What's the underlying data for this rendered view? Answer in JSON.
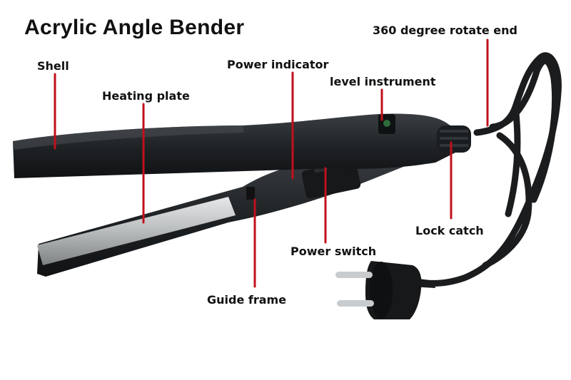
{
  "title": "Acrylic Angle Bender",
  "colors": {
    "leader_line": "#c0101c",
    "device_body": "#1e2124",
    "heating_plate": "#b9bcbd",
    "background": "#ffffff"
  },
  "labels": {
    "shell": "Shell",
    "heating_plate": "Heating plate",
    "power_indicator": "Power indicator",
    "level_instrument": "level instrument",
    "rotate_end": "360 degree rotate end",
    "lock_catch": "Lock catch",
    "power_switch": "Power switch",
    "guide_frame": "Guide frame"
  }
}
